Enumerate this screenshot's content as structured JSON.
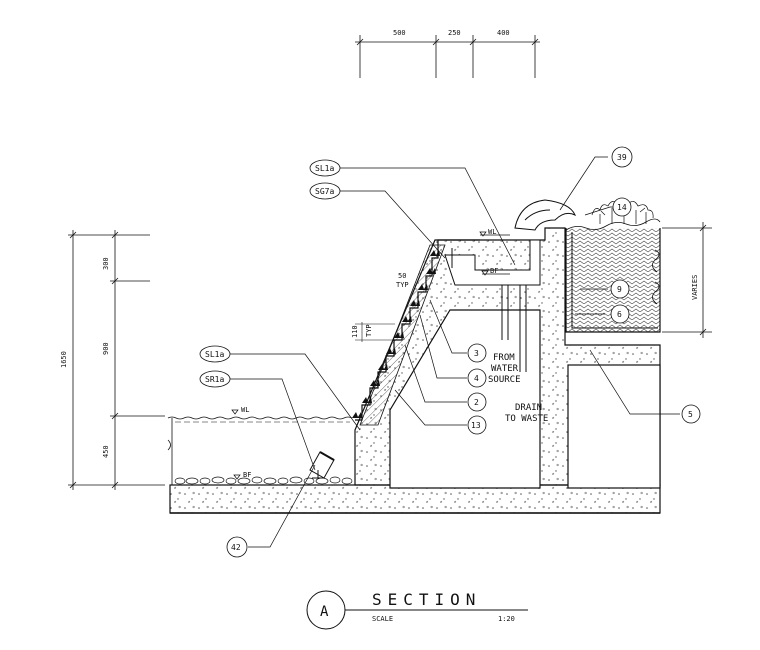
{
  "top_dimensions": [
    "500",
    "250",
    "400"
  ],
  "left_dimensions": {
    "total": "1650",
    "upper": "300",
    "middle": "900",
    "lower": "450"
  },
  "side_dimension": "VARIES",
  "step_dimensions": {
    "riser": "50",
    "riser_note": "TYP",
    "tread": "110",
    "tread_note": "TYP"
  },
  "level_marks": {
    "upper_wl": "WL",
    "upper_bf": "BF",
    "lower_wl": "WL",
    "lower_bf": "BF"
  },
  "callouts": {
    "sl1a_top": "SL1a",
    "sg7a": "SG7a",
    "sl1a_left": "SL1a",
    "sr1a": "SR1a",
    "n39": "39",
    "n14": "14",
    "n9": "9",
    "n6": "6",
    "n3": "3",
    "n4": "4",
    "n2": "2",
    "n13": "13",
    "n5": "5",
    "n42": "42"
  },
  "notes": {
    "from_line1": "FROM",
    "from_line2": "WATER",
    "from_line3": "SOURCE",
    "drain_line1": "DRAIN",
    "drain_line2": "TO WASTE"
  },
  "title_block": {
    "letter": "A",
    "title": "SECTION",
    "scale_label": "SCALE",
    "scale_value": "1:20"
  }
}
